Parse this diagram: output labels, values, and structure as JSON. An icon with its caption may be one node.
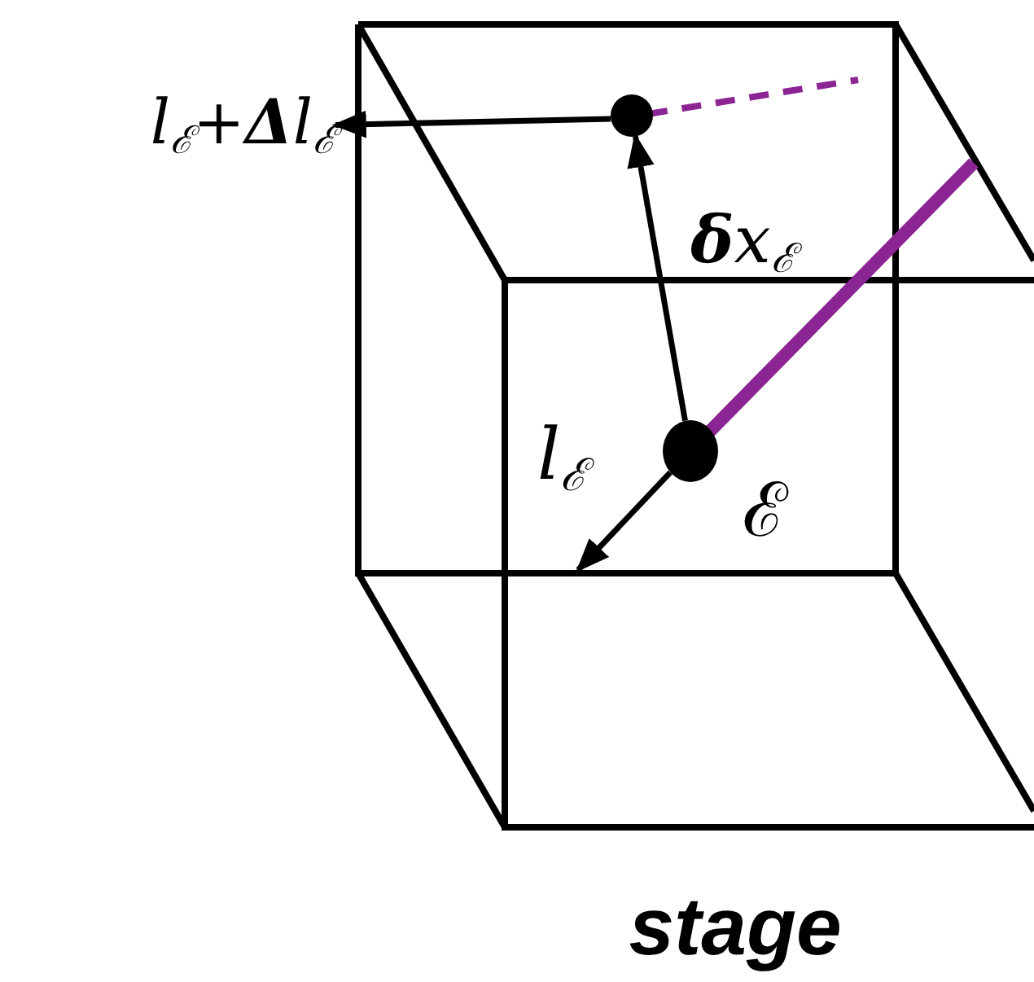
{
  "diagram": {
    "nodes": [
      {
        "text": [],
        "shape": "circle",
        "beside": [
          "ℰ"
        ]
      },
      {
        "text": [],
        "shape": "circle"
      },
      {
        "text": [
          "l$_{ℰ}$+**Δ**l$_{ℰ}$"
        ]
      }
    ],
    "edges": [
      {
        "from": 0,
        "to": 1,
        "arrow": "to",
        "label": "**δ**x$_{ℰ}$"
      },
      {
        "from": 1,
        "to": 2,
        "arrow": "to"
      },
      {
        "from": 0,
        "to": null,
        "arrow": "to",
        "label": "l$_{ℰ}$"
      }
    ],
    "labels": [
      "stage"
    ]
  }
}
